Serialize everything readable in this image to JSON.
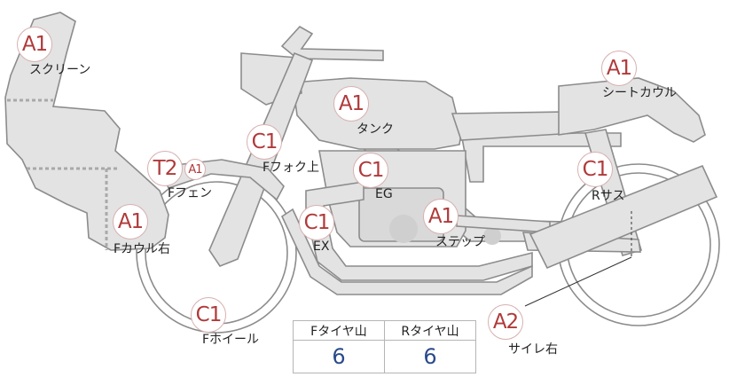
{
  "parts": {
    "screen": {
      "grade": "A1",
      "label": "スクリーン"
    },
    "tank": {
      "grade": "A1",
      "label": "タンク"
    },
    "seat_cowl": {
      "grade": "A1",
      "label": "シートカウル"
    },
    "front_fork": {
      "grade": "C1",
      "label": "Fフォク上"
    },
    "engine": {
      "grade": "C1",
      "label": "EG"
    },
    "rear_sus": {
      "grade": "C1",
      "label": "Rサス"
    },
    "front_fender": {
      "grade": "T2",
      "grade_sub": "A1",
      "label": "Fフェン"
    },
    "front_cowl": {
      "grade": "A1",
      "label": "Fカウル右"
    },
    "exhaust": {
      "grade": "C1",
      "label": "EX"
    },
    "step": {
      "grade": "A1",
      "label": "ステップ"
    },
    "front_wheel": {
      "grade": "C1",
      "label": "Fホイール"
    },
    "silencer": {
      "grade": "A2",
      "label": "サイレ右"
    }
  },
  "tread": {
    "front_header": "Fタイヤ山",
    "rear_header": "Rタイヤ山",
    "front_value": "6",
    "rear_value": "6"
  }
}
